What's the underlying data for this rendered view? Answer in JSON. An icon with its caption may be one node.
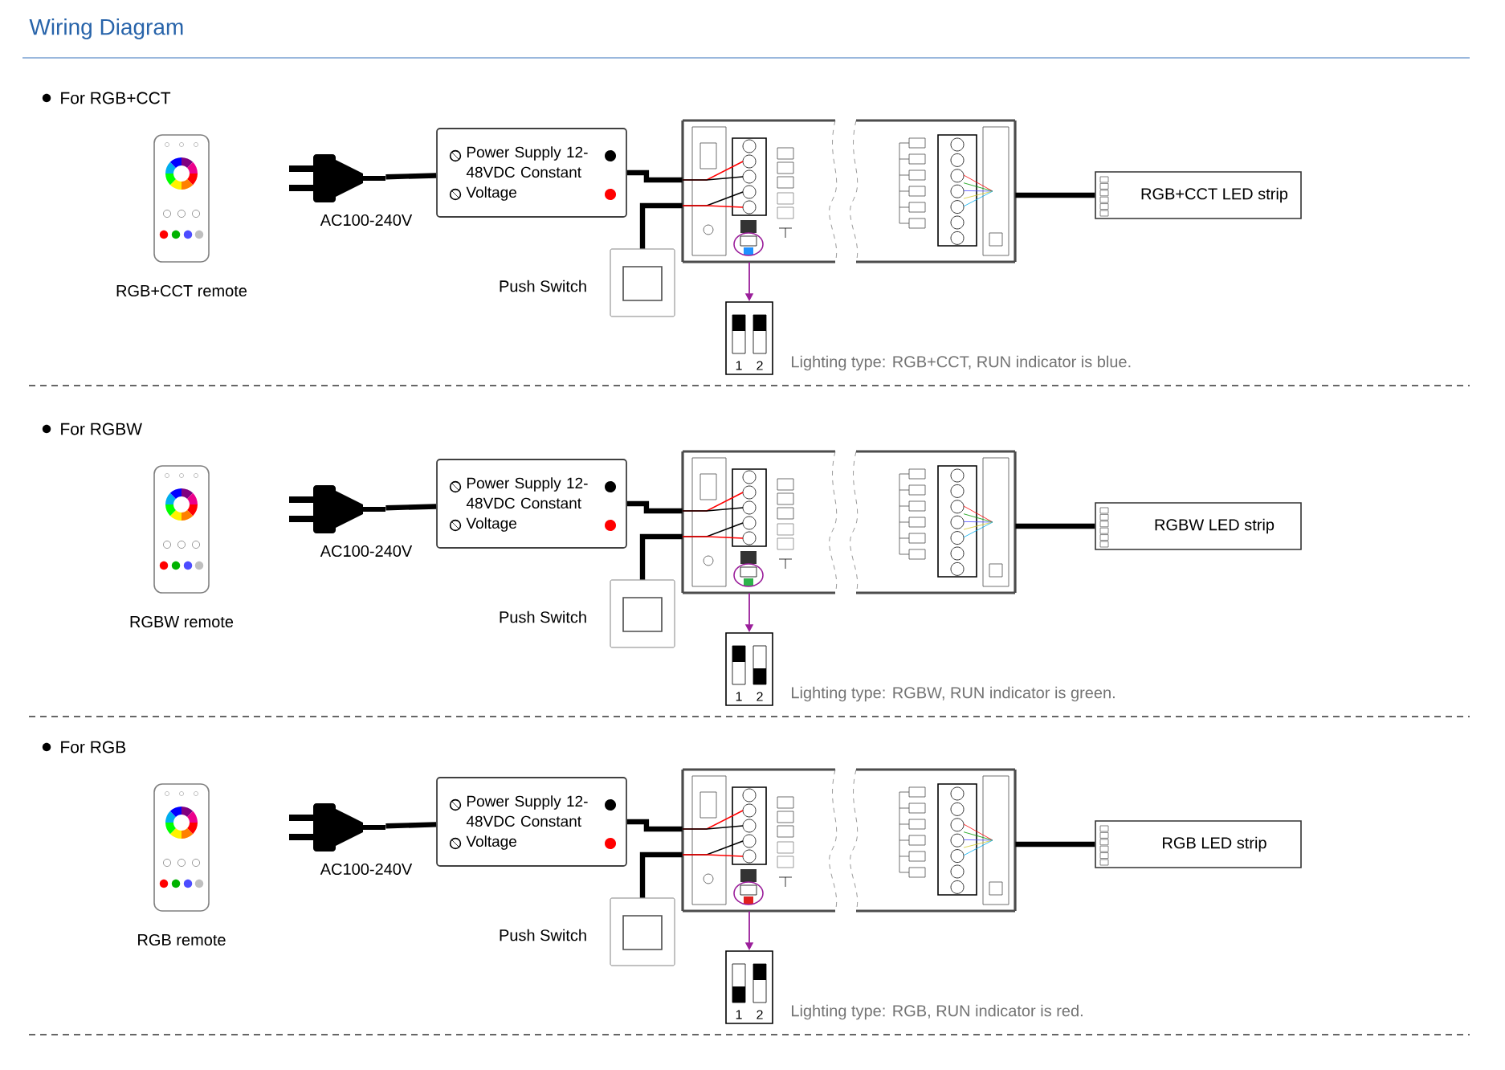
{
  "diagram": {
    "title": "Wiring Diagram",
    "nodes": [
      {
        "text": [],
        "shape": "picture",
        "beside": [
          "RGB+CCT remote"
        ]
      },
      {
        "text": [],
        "shape": "picture",
        "beside": [
          "AC100-240V"
        ]
      },
      {
        "text": [
          "Power Supply 12-48VDC Constant Voltage"
        ]
      },
      {
        "text": [],
        "shape": "picture"
      },
      {
        "text": [],
        "shape": "picture",
        "beside": [
          "Push Switch"
        ]
      },
      {
        "text": [
          "1",
          "2"
        ],
        "beside": [
          "Lighting type: RGB+CCT, RUN indicator is blue."
        ]
      },
      {
        "text": [
          "RGB+CCT LED strip"
        ]
      },
      {
        "text": [],
        "shape": "picture",
        "beside": [
          "RGBW remote"
        ]
      },
      {
        "text": [],
        "shape": "picture",
        "beside": [
          "AC100-240V"
        ]
      },
      {
        "text": [
          "Power Supply 12-48VDC Constant Voltage"
        ]
      },
      {
        "text": [],
        "shape": "picture"
      },
      {
        "text": [],
        "shape": "picture",
        "beside": [
          "Push Switch"
        ]
      },
      {
        "text": [
          "1",
          "2"
        ],
        "beside": [
          "Lighting type: RGBW, RUN indicator is green."
        ]
      },
      {
        "text": [
          "RGBW LED strip"
        ]
      },
      {
        "text": [],
        "shape": "picture",
        "beside": [
          "RGB remote"
        ]
      },
      {
        "text": [],
        "shape": "picture",
        "beside": [
          "AC100-240V"
        ]
      },
      {
        "text": [
          "Power Supply 12-48VDC Constant Voltage"
        ]
      },
      {
        "text": [],
        "shape": "picture"
      },
      {
        "text": [],
        "shape": "picture",
        "beside": [
          "Push Switch"
        ]
      },
      {
        "text": [
          "1",
          "2"
        ],
        "beside": [
          "Lighting type: RGB, RUN indicator is red."
        ]
      },
      {
        "text": [
          "RGB LED strip"
        ]
      }
    ],
    "edges": [
      {
        "from": 1,
        "to": 2,
        "arrow": "none"
      },
      {
        "from": 2,
        "to": 3,
        "arrow": "none"
      },
      {
        "from": 4,
        "to": 3,
        "arrow": "none"
      },
      {
        "from": 3,
        "to": 5,
        "arrow": "to",
        "color": "#9b1f9b"
      },
      {
        "from": 3,
        "to": 6,
        "arrow": "none"
      },
      {
        "from": 8,
        "to": 9,
        "arrow": "none"
      },
      {
        "from": 9,
        "to": 10,
        "arrow": "none"
      },
      {
        "from": 11,
        "to": 10,
        "arrow": "none"
      },
      {
        "from": 10,
        "to": 12,
        "arrow": "to",
        "color": "#9b1f9b"
      },
      {
        "from": 10,
        "to": 13,
        "arrow": "none"
      },
      {
        "from": 15,
        "to": 16,
        "arrow": "none"
      },
      {
        "from": 16,
        "to": 17,
        "arrow": "none"
      },
      {
        "from": 18,
        "to": 17,
        "arrow": "none"
      },
      {
        "from": 17,
        "to": 19,
        "arrow": "to",
        "color": "#9b1f9b"
      },
      {
        "from": 17,
        "to": 20,
        "arrow": "none"
      }
    ],
    "labels": [
      "For RGB+CCT",
      "For RGBW",
      "For RGB"
    ]
  }
}
